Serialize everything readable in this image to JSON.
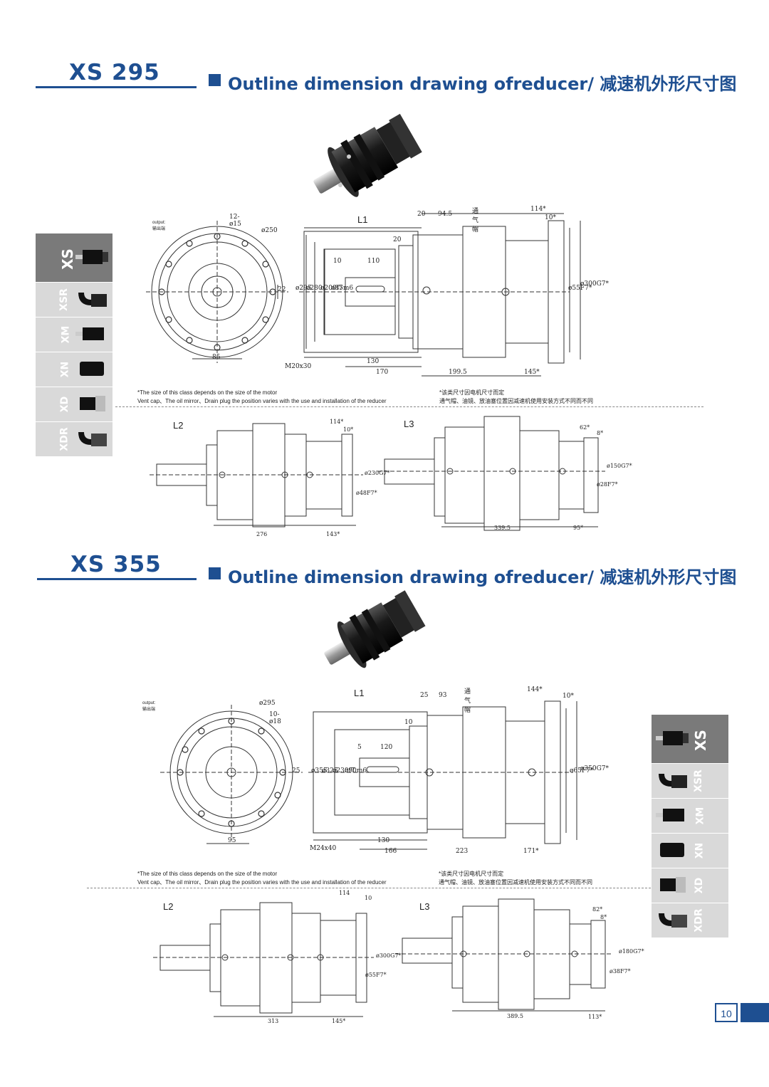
{
  "sections": [
    {
      "model": "XS 295",
      "title": "Outline dimension drawing ofreducer/ 减速机外形尺寸图",
      "note_en_1": "*The size of this class depends on the size of the motor",
      "note_en_2": "Vent cap、The oil mirror、Drain plug the position varies with the use and installation of the reducer",
      "note_cn_1": "*该类尺寸因电机尺寸而定",
      "note_cn_2": "通气帽、油镜、放油塞位置因减速机使用安装方式不同而不同",
      "output_label": "output: 输出端",
      "vent_label": "通气帽",
      "dims": {
        "holes": "12-ø15",
        "pcd": "ø250",
        "flange_w": "85",
        "d1": "ø295",
        "d2": "ø280",
        "d3": "ø200f7",
        "shaft_d": "ø85m6",
        "key": "22",
        "tap": "M20x30",
        "a": "20",
        "b": "94.5",
        "c": "20",
        "d": "10",
        "e": "110",
        "f": "130",
        "g": "170",
        "h": "199.5",
        "i": "145*",
        "j": "114*",
        "k": "10*",
        "m1": "ø55F7*",
        "m2": "ø300G7*",
        "l2_a": "276",
        "l2_b": "143*",
        "l2_c": "114*",
        "l2_d": "10*",
        "l2_e": "ø48F7*",
        "l2_f": "ø230G7*",
        "l3_a": "339.5",
        "l3_b": "95*",
        "l3_c": "62*",
        "l3_d": "8*",
        "l3_e": "ø28F7*",
        "l3_f": "ø150G7*"
      }
    },
    {
      "model": "XS 355",
      "title": "Outline dimension drawing ofreducer/ 减速机外形尺寸图",
      "note_en_1": "*The size of this class depends on the size of the motor",
      "note_en_2": "Vent cap、The oil mirror、Drain plug the position varies with the use and installation of the reducer",
      "note_cn_1": "*该类尺寸因电机尺寸而定",
      "note_cn_2": "通气帽、油镜、放油塞位置因减速机使用安装方式不同而不同",
      "output_label": "output: 输出端",
      "vent_label": "通气帽",
      "dims": {
        "holes": "10-ø18",
        "pcd": "ø295",
        "flange_w": "95",
        "d1": "ø355",
        "d2": "ø325",
        "d3": "ø230f7",
        "shaft_d": "ø90m6",
        "key": "25",
        "tap": "M24x40",
        "a": "25",
        "b": "93",
        "c": "10",
        "d": "5",
        "e": "120",
        "f": "130",
        "g": "166",
        "h": "223",
        "i": "171*",
        "j": "144*",
        "k": "10*",
        "m1": "ø65F7*",
        "m2": "ø350G7*",
        "l2_a": "313",
        "l2_b": "145*",
        "l2_c": "114",
        "l2_d": "10",
        "l2_e": "ø55F7*",
        "l2_f": "ø300G7*",
        "l3_a": "389.5",
        "l3_b": "113*",
        "l3_c": "82*",
        "l3_d": "8*",
        "l3_e": "ø38F7*",
        "l3_f": "ø180G7*"
      }
    }
  ],
  "views": {
    "l1": "L1",
    "l2": "L2",
    "l3": "L3"
  },
  "side_tabs": [
    "XS",
    "XSR",
    "XM",
    "XN",
    "XD",
    "XDR"
  ],
  "page_number": "10",
  "colors": {
    "brand": "#1e4f91",
    "tab_active": "#7a7a7a",
    "tab_inactive": "#d9d9d9"
  }
}
